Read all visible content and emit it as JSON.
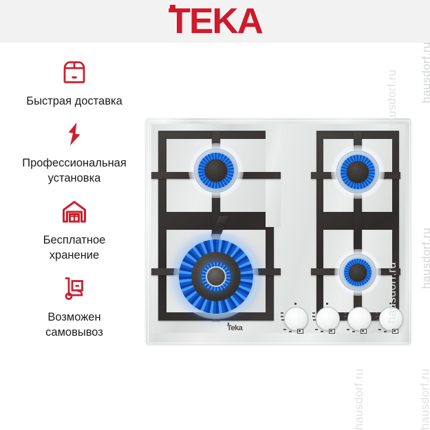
{
  "header": {
    "brand": "TEKA",
    "background_color": "#f2f2f2",
    "brand_color": "#d0192b"
  },
  "features": [
    {
      "icon": "box-icon",
      "label": "Быстрая доставка"
    },
    {
      "icon": "lightning-bolt-icon",
      "label": "Профессиональная\nустановка"
    },
    {
      "icon": "warehouse-icon",
      "label": "Бесплатное\nхранение"
    },
    {
      "icon": "hand-truck-icon",
      "label": "Возможен\nсамовывоз"
    }
  ],
  "product": {
    "brand_mark": "Teka",
    "type": "gas-hob",
    "burner_count": 4,
    "knob_count": 4,
    "surface_color": "#e4e6e6",
    "grate_color": "#3a3735",
    "flame_color": "#2f8ef2"
  },
  "watermarks": [
    "hausdorf.ru",
    "hausdorf.ru",
    "hausdorf.ru",
    "hausdorf.ru",
    "hausdorf.ru",
    "hausdorf.ru"
  ]
}
